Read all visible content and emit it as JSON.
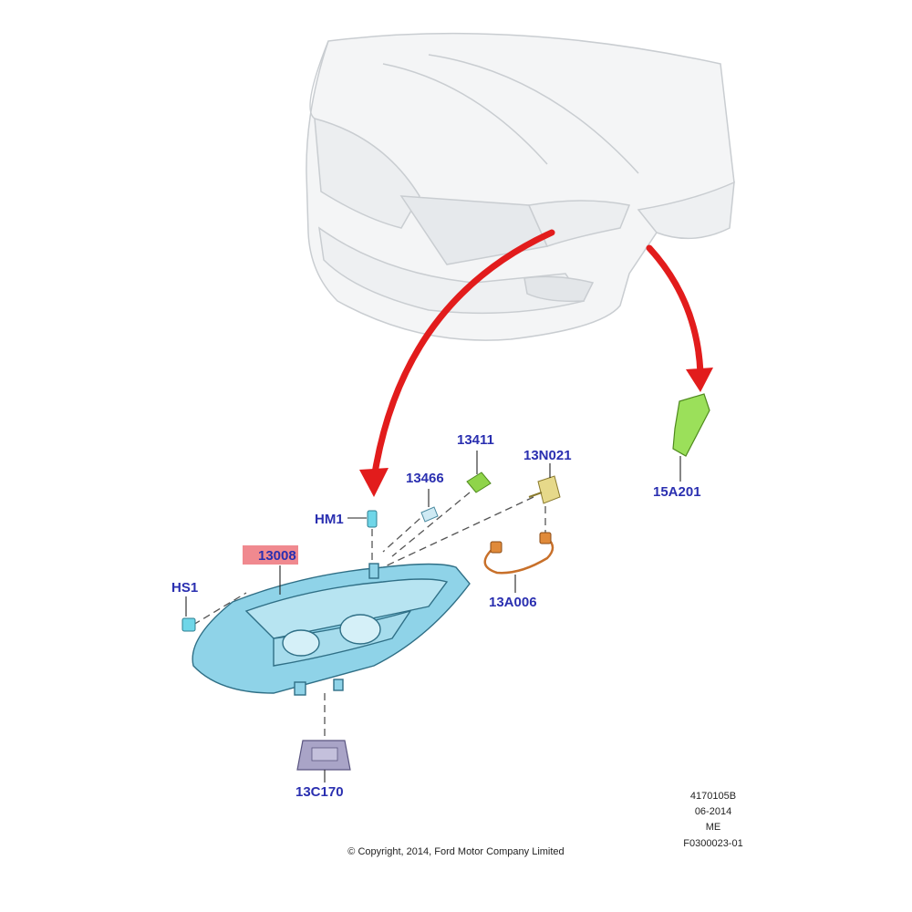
{
  "parts": {
    "p13411": "13411",
    "p13n021": "13N021",
    "p13466": "13466",
    "phm1": "HM1",
    "p13008": "13008",
    "phs1": "HS1",
    "p13a006": "13A006",
    "p15a201": "15A201",
    "p13c170": "13C170"
  },
  "meta": {
    "line1": "4170105B",
    "line2": "06-2014",
    "line3": "ME",
    "line4": "F0300023-01"
  },
  "copyright": "© Copyright, 2014, Ford Motor Company Limited",
  "colors": {
    "callout_text": "#2a2fb0",
    "arrow": "#e21c1c",
    "headlamp": "#8fd3e8",
    "bracket": "#9be05a",
    "wire": "#c8702a",
    "module": "#a9a4c7",
    "highlight": "#f0898f"
  }
}
